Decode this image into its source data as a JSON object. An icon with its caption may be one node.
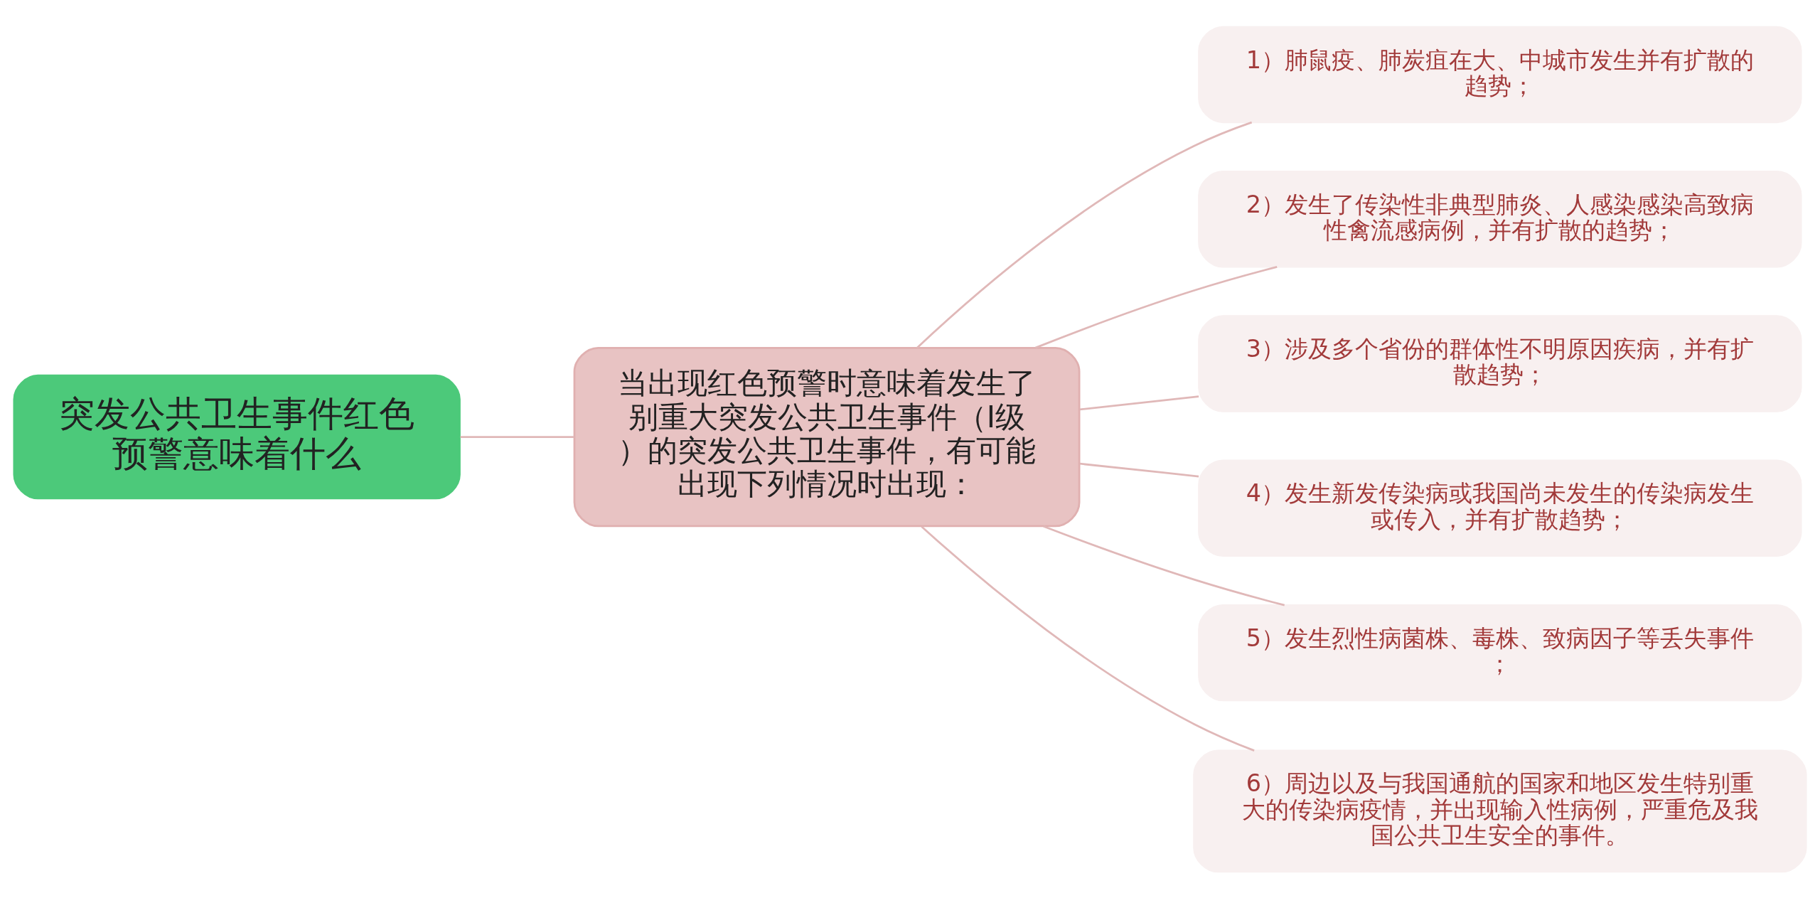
{
  "diagram": {
    "nodes": [
      {
        "text": [
          "突发公共卫生事件红色预警意味着什么"
        ]
      },
      {
        "text": [
          "当出现红色预警时意味着发生了别重大突发公共卫生事件（Ⅰ级）的突发公共卫生事件，有可能出现下列情况时出现："
        ]
      },
      {
        "text": [
          "1）肺鼠疫、肺炭疽在大、中城市发生并有扩散的趋势；"
        ]
      },
      {
        "text": [
          "2）发生了传染性非典型肺炎、人感染感染高致病性禽流感病例，并有扩散的趋势；"
        ]
      },
      {
        "text": [
          "3）涉及多个省份的群体性不明原因疾病，并有扩散趋势；"
        ]
      },
      {
        "text": [
          "4）发生新发传染病或我国尚未发生的传染病发生或传入，并有扩散趋势；"
        ]
      },
      {
        "text": [
          "5）发生烈性病菌株、毒株、致病因子等丢失事件；"
        ]
      },
      {
        "text": [
          "6）周边以及与我国通航的国家和地区发生特别重大的传染病疫情，并出现输入性病例，严重危及我国公共卫生安全的事件。"
        ]
      }
    ],
    "edges": [
      {
        "from": 0,
        "to": 1,
        "arrow": "none"
      },
      {
        "from": 1,
        "to": 2,
        "arrow": "none"
      },
      {
        "from": 1,
        "to": 3,
        "arrow": "none"
      },
      {
        "from": 1,
        "to": 4,
        "arrow": "none"
      },
      {
        "from": 1,
        "to": 5,
        "arrow": "none"
      },
      {
        "from": 1,
        "to": 6,
        "arrow": "none"
      },
      {
        "from": 1,
        "to": 7,
        "arrow": "none"
      }
    ]
  }
}
